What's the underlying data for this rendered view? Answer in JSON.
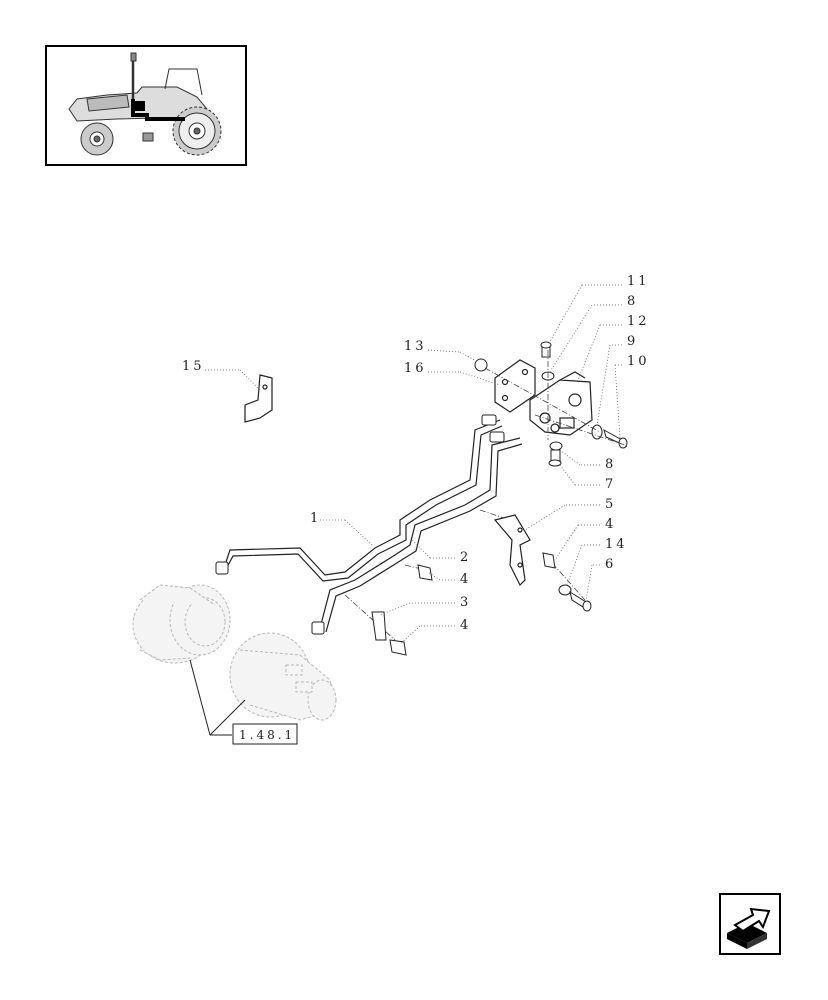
{
  "thumbnail": {
    "icon": "tractor-overview-icon"
  },
  "callouts": {
    "c1": "1",
    "c2": "2",
    "c3": "3",
    "c4a": "4",
    "c4b": "4",
    "c4c": "4",
    "c5": "5",
    "c6": "6",
    "c7": "7",
    "c8a": "8",
    "c8b": "8",
    "c9": "9",
    "c10": "10",
    "c11": "11",
    "c12": "12",
    "c13": "13",
    "c14": "14",
    "c15": "15",
    "c16": "16"
  },
  "reference": {
    "label": "1.48.1"
  },
  "navigation": {
    "icon": "next-page-arrow-icon"
  }
}
